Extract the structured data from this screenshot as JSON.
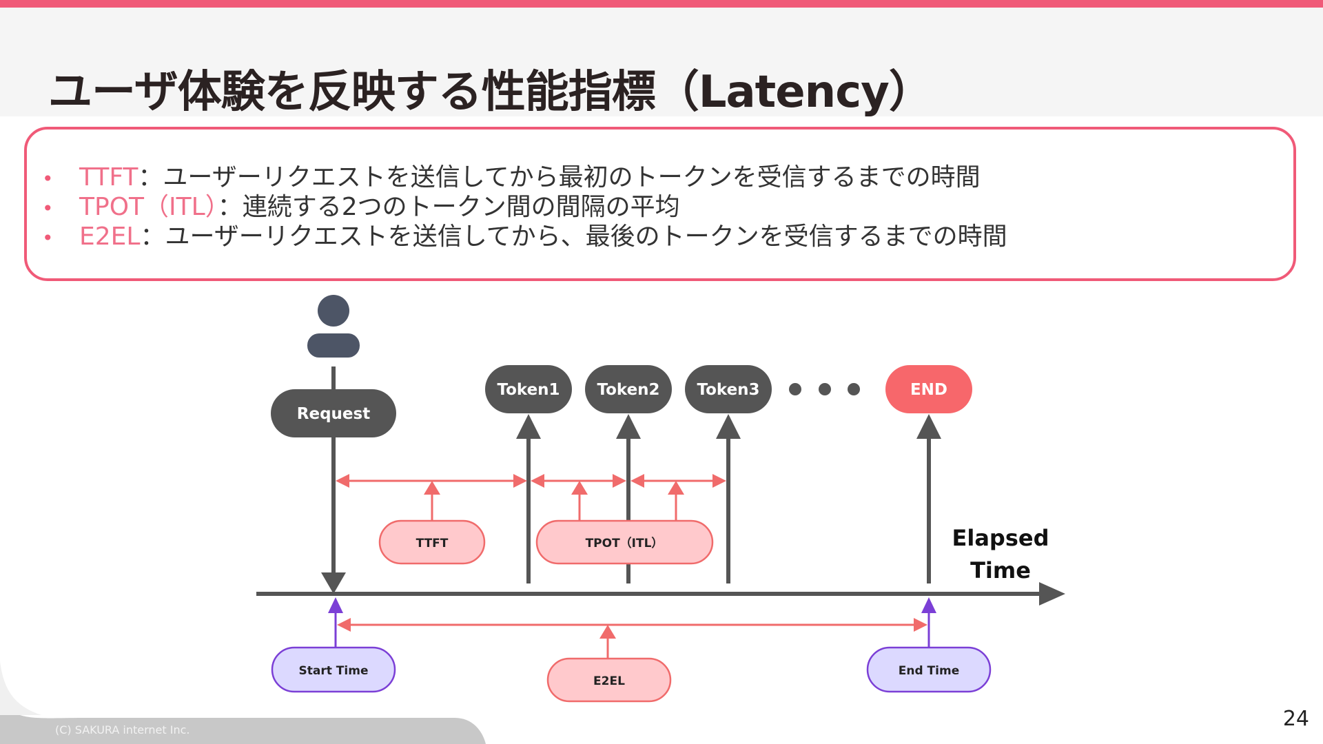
{
  "slide": {
    "title": "ユーザ体験を反映する性能指標（Latency）",
    "page_number": "24",
    "copyright": "(C) SAKURA internet Inc."
  },
  "definitions": [
    {
      "term": "TTFT",
      "text": "：ユーザーリクエストを送信してから最初のトークンを受信するまでの時間"
    },
    {
      "term": "TPOT（ITL）",
      "text": "：連続する2つのトークン間の間隔の平均"
    },
    {
      "term": "E2EL",
      "text": "：ユーザーリクエストを送信してから、最後のトークンを受信するまでの時間"
    }
  ],
  "diagram": {
    "request_label": "Request",
    "tokens": [
      "Token1",
      "Token2",
      "Token3"
    ],
    "end_label": "END",
    "ttft_label": "TTFT",
    "tpot_label": "TPOT（ITL）",
    "e2el_label": "E2EL",
    "axis_label_line1": "Elapsed",
    "axis_label_line2": "Time",
    "start_label": "Start Time",
    "end_time_label": "End Time"
  },
  "colors": {
    "accent": "#f05a78",
    "dark": "#555555",
    "interval_arrow": "#f06b6b",
    "interval_pill_fill": "#ffc9cc",
    "time_pill_fill": "#dcd9ff",
    "time_pill_stroke": "#7b3fd6",
    "end_pill": "#f7676b"
  },
  "icons": {
    "user": "user-person-icon",
    "ellipsis": "ellipsis-dots-icon"
  }
}
